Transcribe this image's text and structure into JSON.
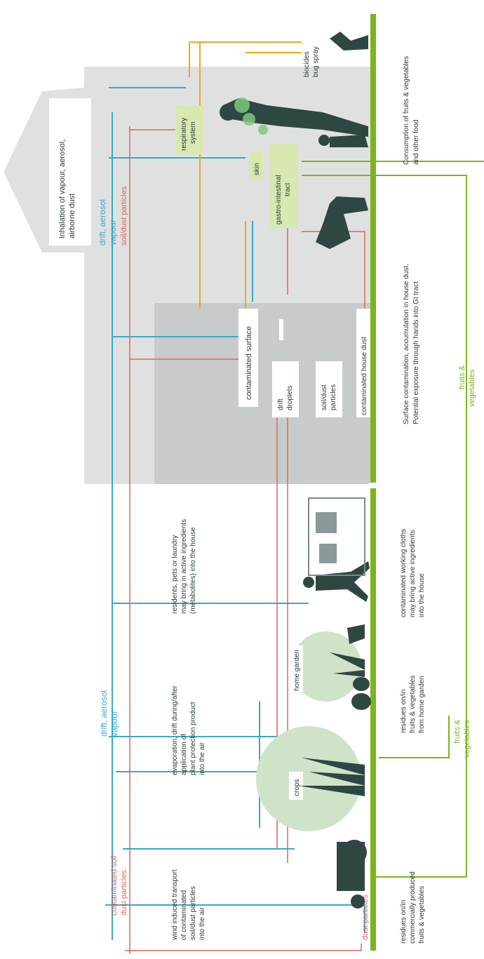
{
  "pathways": {
    "inhalation_header": [
      "Inhalation of vapour, aerosol,",
      "airborne dust"
    ],
    "drift_aerosol_right": "drift, aerosol",
    "vapour_right": "vapour",
    "soil_dust_right": "soil/dust particles",
    "drift_aerosol_left": "drift, aerosol",
    "vapour_left": "vapour",
    "contaminated_soil": [
      "contaminated soil",
      "dust particles"
    ],
    "dust_particles_bottom": "dust particles"
  },
  "exposure_routes": {
    "respiratory": [
      "respiratory",
      "system"
    ],
    "skin": "skin",
    "gi_tract": [
      "gastro-intestinal",
      "tract"
    ]
  },
  "house_labels": {
    "contaminated_surface": "contaminated surface",
    "drift_droplets": [
      "drift",
      "droplets"
    ],
    "soil_dust_particles": [
      "soil/dust",
      "particles"
    ],
    "contaminated_house_dust": "contaminated house dust"
  },
  "outdoor_labels": {
    "crops": "crops",
    "home_garden": "home garden"
  },
  "descriptions": {
    "wind_transport": [
      "wind induced transport",
      "of contaminated",
      "soil/dust particles",
      "into the air"
    ],
    "evaporation": [
      "evaporation, drift during/after",
      "application of",
      "plant protection product",
      "into the air"
    ],
    "residents": [
      "residents, pets or laundry",
      "may bring in active ingredients",
      "(metabolites) into the house"
    ],
    "residues_commercial": [
      "residues on/in",
      "commercially produced",
      "fruits & vegetables"
    ],
    "residues_home": [
      "residues on/in",
      "fruits & vegetables",
      "from home garden"
    ],
    "working_cloths": [
      "contaminated working cloths",
      "may bring active ingredients",
      "into the house"
    ],
    "surface_contamination": [
      "Surface contamination, accumulation in house dust.",
      "Potential exposure through hands into GI tract"
    ],
    "consumption": [
      "Consumption of fruits & vegetables",
      "and other food"
    ]
  },
  "biocides": [
    "biocides",
    "bug spray"
  ],
  "fruits_veg": [
    "fruits &",
    "vegetables"
  ],
  "colors": {
    "blue": "#37a9c9",
    "red": "#e0645a",
    "orange": "#f2a81d",
    "green": "#7ab51d",
    "dark": "#2b3a3a",
    "house_grey": "#d3d6d6"
  }
}
